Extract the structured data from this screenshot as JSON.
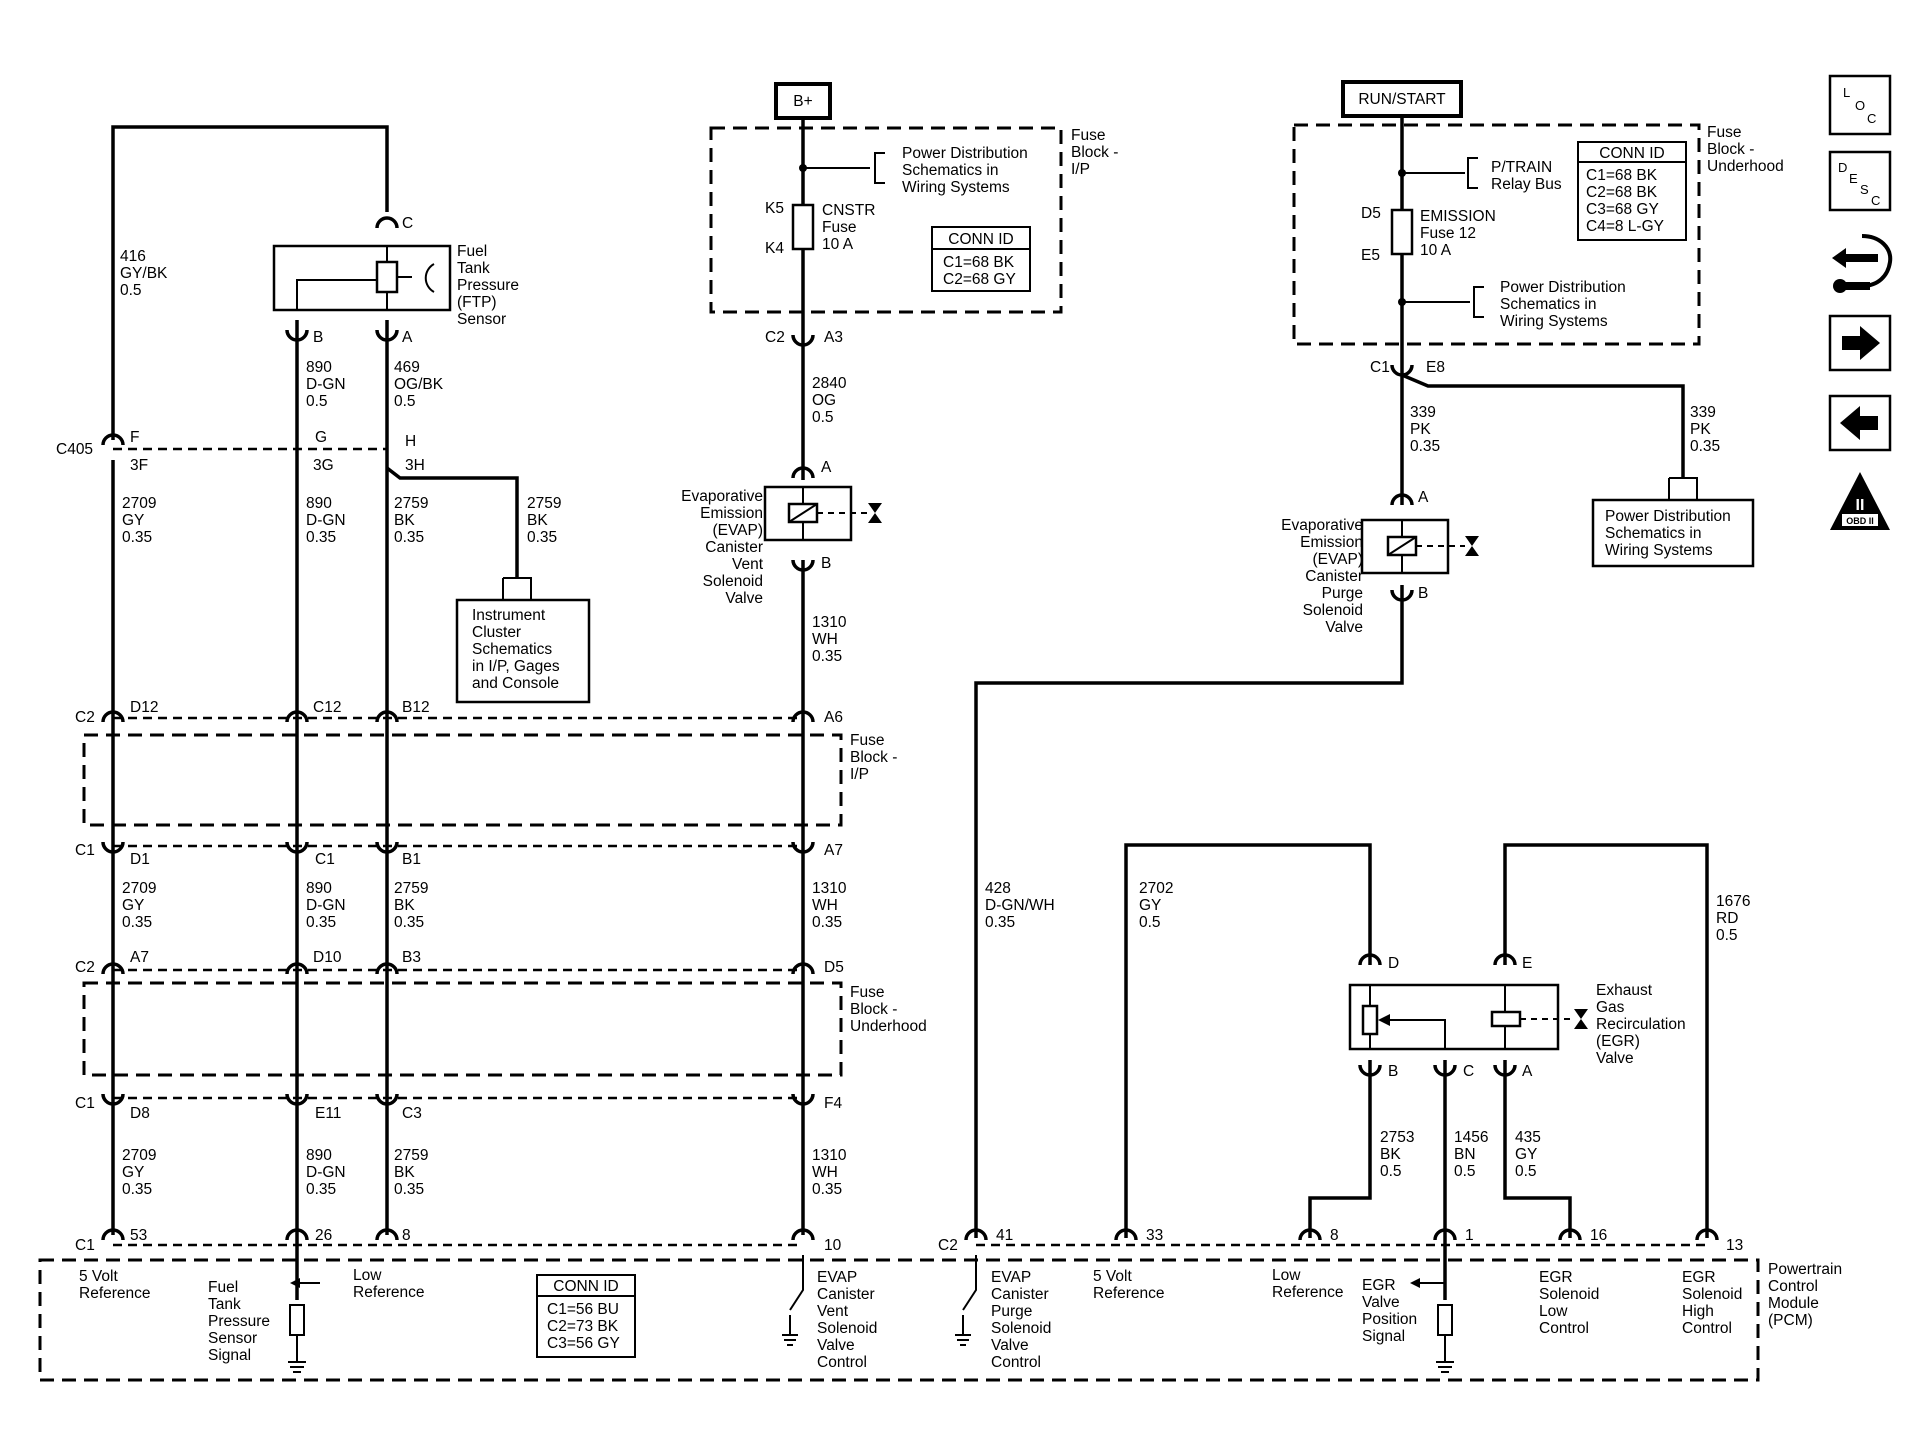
{
  "supplies": {
    "bplus": "B+",
    "runstart": "RUN/START"
  },
  "fuse_ip": {
    "title": [
      "Fuse",
      "Block -",
      "I/P"
    ],
    "pd": [
      "Power Distribution",
      "Schematics in",
      "Wiring Systems"
    ],
    "fuse": [
      "CNSTR",
      "Fuse",
      "10 A"
    ],
    "pin_top": "K5",
    "pin_bot": "K4",
    "conn_title": "CONN ID",
    "conn": [
      "C1=68 BK",
      "C2=68 GY"
    ]
  },
  "fuse_uh": {
    "title": [
      "Fuse",
      "Block -",
      "Underhood"
    ],
    "ptrain": [
      "P/TRAIN",
      "Relay Bus"
    ],
    "pd": [
      "Power Distribution",
      "Schematics in",
      "Wiring Systems"
    ],
    "fuse": [
      "EMISSION",
      "Fuse 12",
      "10 A"
    ],
    "pin_top": "D5",
    "pin_bot": "E5",
    "conn_title": "CONN ID",
    "conn": [
      "C1=68 BK",
      "C2=68 BK",
      "C3=68 GY",
      "C4=8 L-GY"
    ]
  },
  "ftp": {
    "label": [
      "Fuel",
      "Tank",
      "Pressure",
      "(FTP)",
      "Sensor"
    ],
    "pin_c": "C",
    "pin_b": "B",
    "pin_a": "A"
  },
  "wires": {
    "w416": [
      "416",
      "GY/BK",
      "0.5"
    ],
    "w890a": [
      "890",
      "D-GN",
      "0.5"
    ],
    "w469": [
      "469",
      "OG/BK",
      "0.5"
    ],
    "w2840": [
      "2840",
      "OG",
      "0.5"
    ],
    "w339a": [
      "339",
      "PK",
      "0.35"
    ],
    "w339b": [
      "339",
      "PK",
      "0.35"
    ],
    "w2709a": [
      "2709",
      "GY",
      "0.35"
    ],
    "w890b": [
      "890",
      "D-GN",
      "0.35"
    ],
    "w2759a": [
      "2759",
      "BK",
      "0.35"
    ],
    "w2759b": [
      "2759",
      "BK",
      "0.35"
    ],
    "w1310a": [
      "1310",
      "WH",
      "0.35"
    ],
    "w2709b": [
      "2709",
      "GY",
      "0.35"
    ],
    "w890c": [
      "890",
      "D-GN",
      "0.35"
    ],
    "w2759c": [
      "2759",
      "BK",
      "0.35"
    ],
    "w1310b": [
      "1310",
      "WH",
      "0.35"
    ],
    "w428": [
      "428",
      "D-GN/WH",
      "0.35"
    ],
    "w2702": [
      "2702",
      "GY",
      "0.5"
    ],
    "w1676": [
      "1676",
      "RD",
      "0.5"
    ],
    "w2709c": [
      "2709",
      "GY",
      "0.35"
    ],
    "w890d": [
      "890",
      "D-GN",
      "0.35"
    ],
    "w2759d": [
      "2759",
      "BK",
      "0.35"
    ],
    "w1310c": [
      "1310",
      "WH",
      "0.35"
    ],
    "w2753": [
      "2753",
      "BK",
      "0.5"
    ],
    "w1456": [
      "1456",
      "BN",
      "0.5"
    ],
    "w435": [
      "435",
      "GY",
      "0.5"
    ]
  },
  "conn_labels": {
    "c2_ip": "C2",
    "a3": "A3",
    "c405": "C405",
    "f": "F",
    "g": "G",
    "h": "H",
    "f3": "3F",
    "g3": "3G",
    "h3": "3H",
    "c1_uh": "C1",
    "e8": "E8",
    "c2_a": "C2",
    "d12": "D12",
    "c12": "C12",
    "b12": "B12",
    "a6": "A6",
    "c1_a": "C1",
    "d1": "D1",
    "c1p": "C1",
    "b1": "B1",
    "a7": "A7",
    "c2_b": "C2",
    "a7b": "A7",
    "d10": "D10",
    "b3": "B3",
    "d5": "D5",
    "c1_b": "C1",
    "d8": "D8",
    "e11": "E11",
    "c3": "C3",
    "f4": "F4",
    "c1_pcm": "C1",
    "p53": "53",
    "p26": "26",
    "p8": "8",
    "p10": "10",
    "c2_pcm": "C2",
    "p41": "41",
    "p33": "33",
    "p8b": "8",
    "p1": "1",
    "p16": "16",
    "p13": "13",
    "vent_a": "A",
    "vent_b": "B",
    "purge_a": "A",
    "purge_b": "B",
    "egr_d": "D",
    "egr_e": "E",
    "egr_b": "B",
    "egr_c": "C",
    "egr_a": "A"
  },
  "fuse_ip_mid": [
    "Fuse",
    "Block -",
    "I/P"
  ],
  "fuse_uh_mid": [
    "Fuse",
    "Block -",
    "Underhood"
  ],
  "ic_box": [
    "Instrument",
    "Cluster",
    "Schematics",
    "in I/P, Gages",
    "and Console"
  ],
  "pd_box": [
    "Power Distribution",
    "Schematics in",
    "Wiring Systems"
  ],
  "vent": [
    "Evaporative",
    "Emission",
    "(EVAP)",
    "Canister",
    "Vent",
    "Solenoid",
    "Valve"
  ],
  "purge": [
    "Evaporative",
    "Emission",
    "(EVAP)",
    "Canister",
    "Purge",
    "Solenoid",
    "Valve"
  ],
  "egr": [
    "Exhaust",
    "Gas",
    "Recirculation",
    "(EGR)",
    "Valve"
  ],
  "pcm": {
    "title": [
      "Powertrain",
      "Control",
      "Module",
      "(PCM)"
    ],
    "conn_title": "CONN ID",
    "conn": [
      "C1=56 BU",
      "C2=73 BK",
      "C3=56 GY"
    ],
    "five_v": [
      "5 Volt",
      "Reference"
    ],
    "ftp_sig": [
      "Fuel",
      "Tank",
      "Pressure",
      "Sensor",
      "Signal"
    ],
    "low_ref": [
      "Low",
      "Reference"
    ],
    "vent_ctrl": [
      "EVAP",
      "Canister",
      "Vent",
      "Solenoid",
      "Valve",
      "Control"
    ],
    "purge_ctrl": [
      "EVAP",
      "Canister",
      "Purge",
      "Solenoid",
      "Valve",
      "Control"
    ],
    "five_v2": [
      "5 Volt",
      "Reference"
    ],
    "low_ref2": [
      "Low",
      "Reference"
    ],
    "egr_pos": [
      "EGR",
      "Valve",
      "Position",
      "Signal"
    ],
    "egr_low": [
      "EGR",
      "Solenoid",
      "Low",
      "Control"
    ],
    "egr_high": [
      "EGR",
      "Solenoid",
      "High",
      "Control"
    ]
  },
  "nav": {
    "loc": [
      "L",
      "O",
      "C"
    ],
    "desc": [
      "D",
      "E",
      "S",
      "C"
    ],
    "obd": [
      "II",
      "OBD II"
    ],
    "icons": [
      "loc-icon",
      "desc-icon",
      "connector-tool-icon",
      "arrow-right-icon",
      "arrow-left-icon",
      "obd-ii-icon"
    ]
  }
}
